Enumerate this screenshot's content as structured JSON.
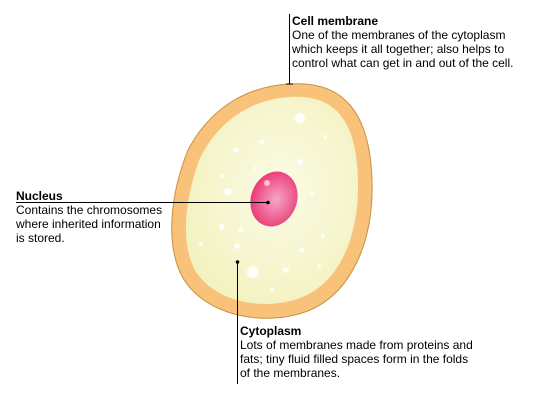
{
  "diagram": {
    "colors": {
      "membrane": "#f9c27a",
      "membrane_outline": "#c9903f",
      "cytoplasm": "#f3f2c0",
      "cytoplasm_center": "#fbfbe6",
      "nucleus": "#e8306f",
      "nucleus_highlight": "#f7a6c6",
      "vesicle": "#ffffff",
      "leader_line": "#000000"
    },
    "labels": {
      "membrane": {
        "title": "Cell membrane",
        "description": "One of the membranes of the cytoplasm\nwhich keeps it all together; also helps to\ncontrol what can get in and out of the cell."
      },
      "nucleus": {
        "title": "Nucleus",
        "description": "Contains the chromosomes\nwhere inherited information\nis stored."
      },
      "cytoplasm": {
        "title": "Cytoplasm",
        "description": "Lots of membranes made from proteins and\nfats; tiny fluid filled spaces form in the folds\nof the membranes."
      }
    }
  }
}
